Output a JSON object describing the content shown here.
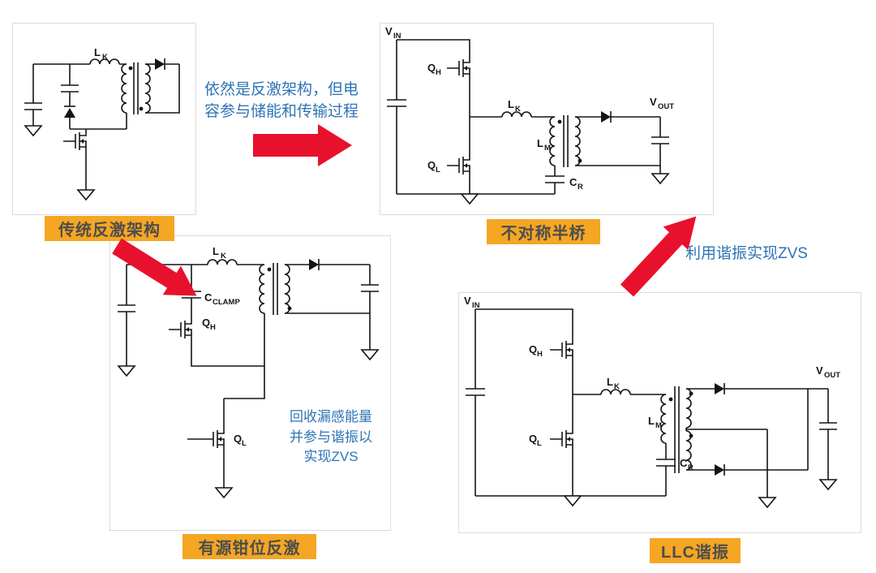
{
  "colors": {
    "caption_bg": "#F5A623",
    "caption_text": "#4D4D4D",
    "annotation_blue": "#2E74B5",
    "arrow_red": "#E8112D"
  },
  "sym": {
    "v": "V",
    "in": "IN",
    "out": "OUT",
    "q": "Q",
    "h": "H",
    "l": "L",
    "k": "K",
    "m": "M",
    "c": "C",
    "r": "R",
    "clamp": "CLAMP"
  },
  "captions": {
    "flyback": "传统反激架构",
    "ahb": "不对称半桥",
    "acf": "有源钳位反激",
    "llc": "LLC谐振"
  },
  "annotations": {
    "flyback_to_ahb": "依然是反激架构，但电容参与储能和传输过程",
    "llc_to_ahb": "利用谐振实现ZVS",
    "acf_note": "回收漏感能量\n并参与谐振以\n实现ZVS"
  }
}
